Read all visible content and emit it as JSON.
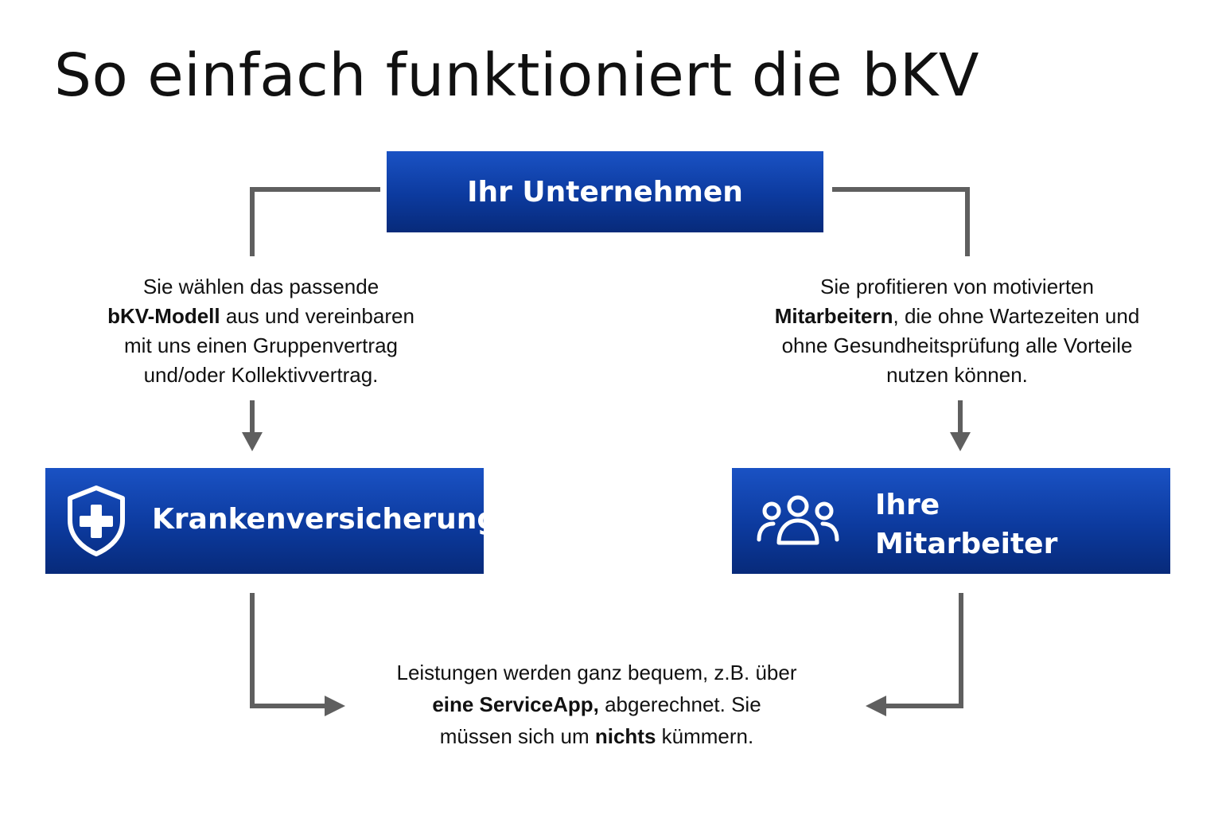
{
  "title": "So einfach funktioniert die bKV",
  "boxes": {
    "top": {
      "label": "Ihr Unternehmen"
    },
    "left": {
      "label": "Krankenversicherung",
      "icon": "shield-plus-icon"
    },
    "right": {
      "label_line1": "Ihre",
      "label_line2": "Mitarbeiter",
      "icon": "people-icon"
    }
  },
  "texts": {
    "left": {
      "line1": "Sie wählen das passende",
      "bold1": "bKV-Modell",
      "line2_rest": " aus und vereinbaren",
      "line3": "mit uns einen Gruppenvertrag",
      "line4": "und/oder Kollektivvertrag."
    },
    "right": {
      "line1": "Sie profitieren von motivierten",
      "bold1": "Mitarbeitern",
      "line2_rest": ", die ohne Wartezeiten und",
      "line3": "ohne Gesundheitsprüfung alle Vorteile",
      "line4": "nutzen können."
    },
    "bottom": {
      "line1": "Leistungen werden ganz bequem, z.B. über",
      "bold1": "eine ServiceApp,",
      "line2_rest": " abgerechnet. Sie",
      "line3_pre": "müssen sich um ",
      "bold2": "nichts",
      "line3_post": " kümmern."
    }
  },
  "colors": {
    "box_blue": "#0c3a9e",
    "connector_gray": "#5f5f5f",
    "text": "#111111"
  }
}
